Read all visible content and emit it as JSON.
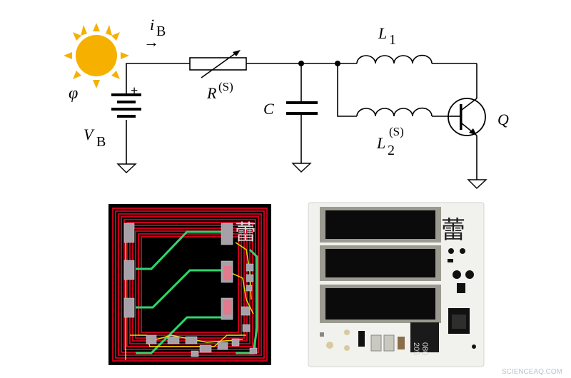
{
  "circuit": {
    "flux_symbol": "φ",
    "current_label": "i",
    "current_sub": "B",
    "arrow_glyph": "→",
    "battery_label": "V",
    "battery_sub": "B",
    "battery_plus": "+",
    "resistor_label": "R",
    "resistor_sup": "(S)",
    "capacitor_label": "C",
    "inductor1_label": "L",
    "inductor1_sub": "1",
    "inductor2_label": "L",
    "inductor2_sub": "2",
    "inductor2_sup": "(S)",
    "transistor_label": "Q"
  },
  "photos": {
    "pcb_layout_char": "蕾",
    "board_char": "蕾",
    "chip_marking_1": "205",
    "chip_marking_2": "080"
  },
  "watermark": "SCIENCEAQ.COM",
  "colors": {
    "sun": "#f6b000",
    "pcb_red": "#d8001e",
    "pcb_green": "#2fd66b",
    "pcb_yellow": "#e6e000",
    "board_white": "#f1f1ee"
  }
}
